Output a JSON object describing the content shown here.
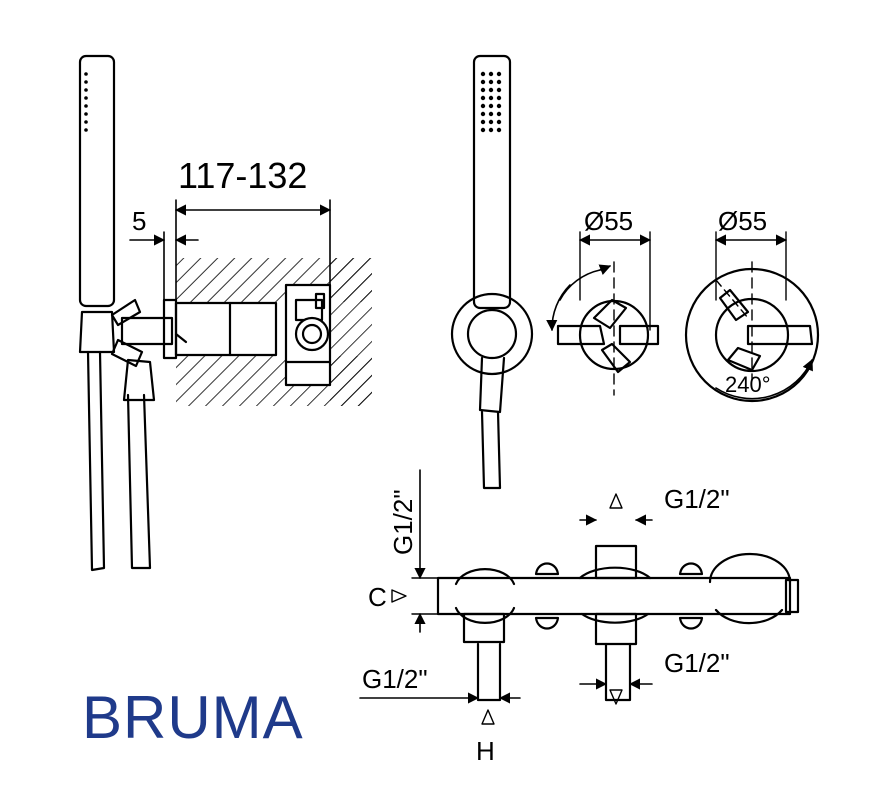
{
  "brand": {
    "name": "BRUMA",
    "color": "#1f3a8a"
  },
  "dimensions": {
    "depth_range": "117-132",
    "offset": "5",
    "diameter_left": "Ø55",
    "diameter_right": "Ø55",
    "rotation": "240°",
    "thread_top_left": "G1/2\"",
    "thread_top_right": "G1/2\"",
    "thread_bottom_left": "G1/2\"",
    "thread_bottom_right": "G1/2\"",
    "cold_label": "C",
    "hot_label": "H"
  },
  "colors": {
    "line": "#000000",
    "background": "#ffffff"
  }
}
